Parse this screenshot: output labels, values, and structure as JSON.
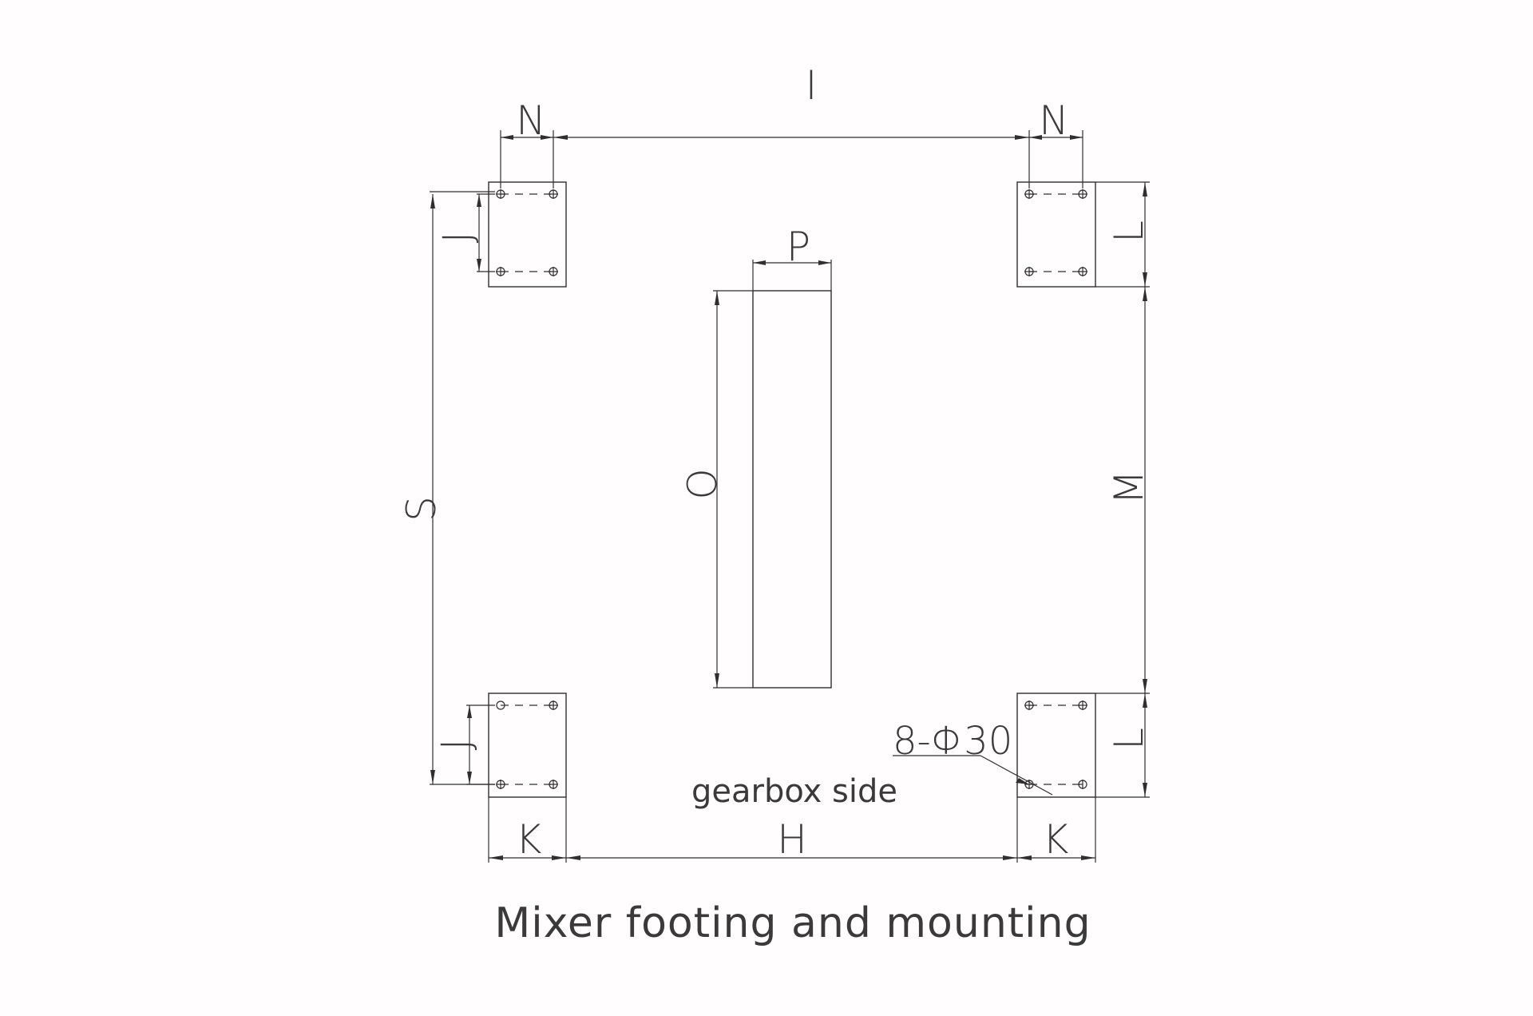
{
  "caption": "Mixer footing and mounting",
  "side_label": "gearbox side",
  "hole_note": "8-Φ30",
  "dimensions": {
    "I": "I",
    "N": "N",
    "J": "J",
    "L": "L",
    "S": "S",
    "O": "O",
    "P": "P",
    "M": "M",
    "K": "K",
    "H": "H"
  }
}
